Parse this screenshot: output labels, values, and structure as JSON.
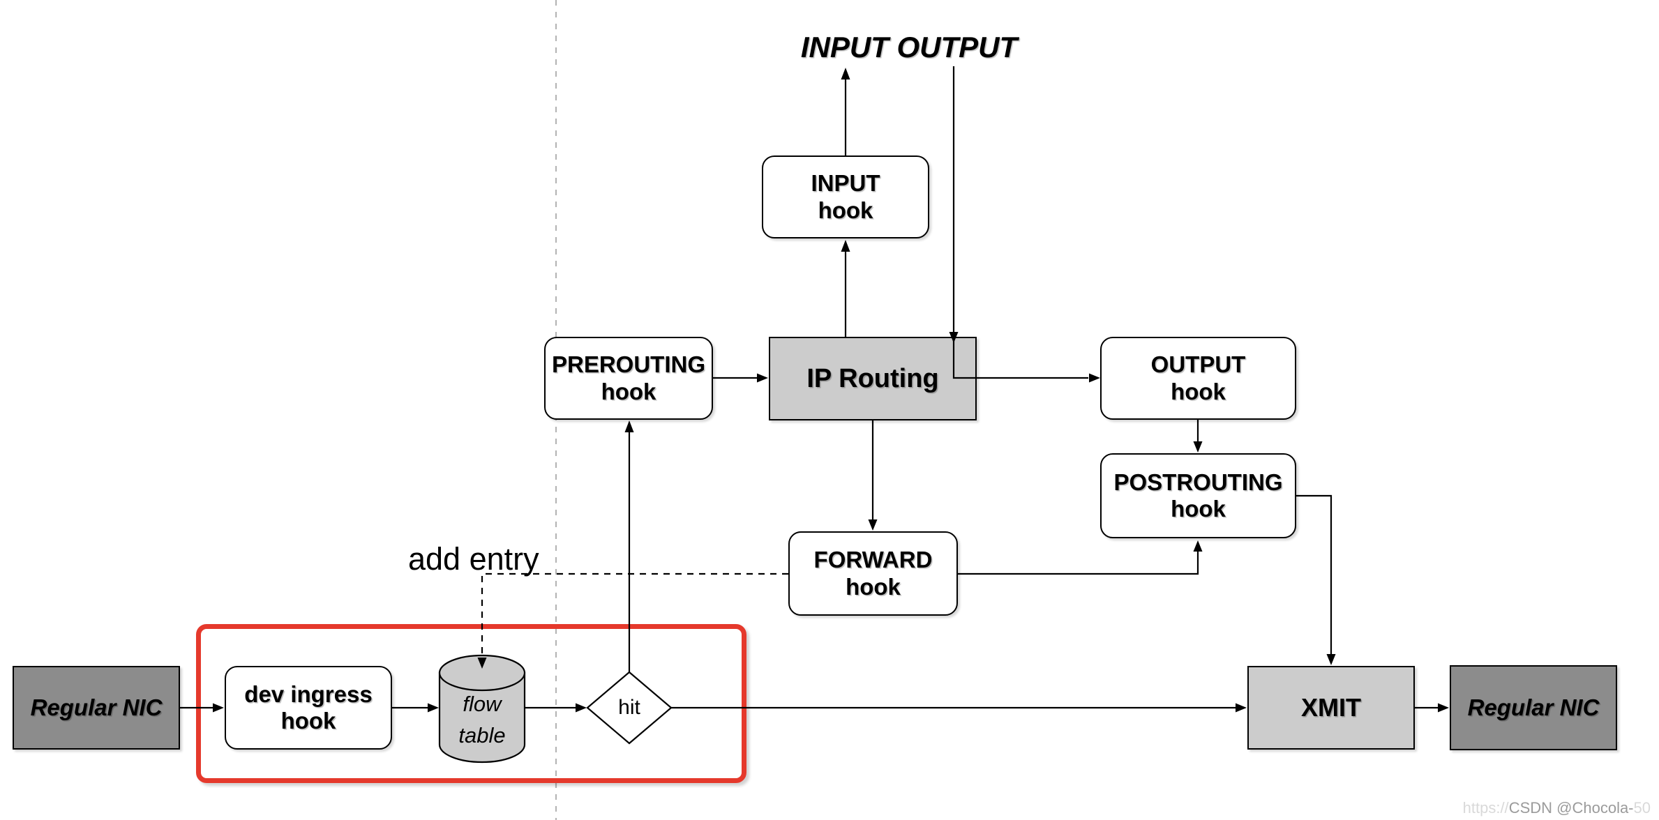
{
  "diagram": {
    "top_label": "INPUT OUTPUT",
    "edge_labels": {
      "add_entry": "add entry"
    },
    "nodes": {
      "input_hook": {
        "line1": "INPUT",
        "line2": "hook"
      },
      "prerouting_hook": {
        "line1": "PREROUTING",
        "line2": "hook"
      },
      "ip_routing": {
        "label": "IP Routing"
      },
      "output_hook": {
        "line1": "OUTPUT",
        "line2": "hook"
      },
      "postrouting_hook": {
        "line1": "POSTROUTING",
        "line2": "hook"
      },
      "forward_hook": {
        "line1": "FORWARD",
        "line2": "hook"
      },
      "nic_left": {
        "label": "Regular NIC"
      },
      "dev_ingress_hook": {
        "line1": "dev ingress",
        "line2": "hook"
      },
      "flow_table": {
        "line1": "flow",
        "line2": "table"
      },
      "hit_decision": {
        "label": "hit"
      },
      "xmit": {
        "label": "XMIT"
      },
      "nic_right": {
        "label": "Regular NIC"
      }
    },
    "colors": {
      "highlight_red": "#e5392c",
      "box_gray": "#cccccc",
      "nic_gray": "#8c8c8c",
      "line_black": "#000000",
      "divider_gray": "#b5b5b5"
    }
  },
  "watermark": {
    "back_prefix": "https://",
    "front": "CSDN @Chocola-",
    "back_suffix": "50"
  }
}
